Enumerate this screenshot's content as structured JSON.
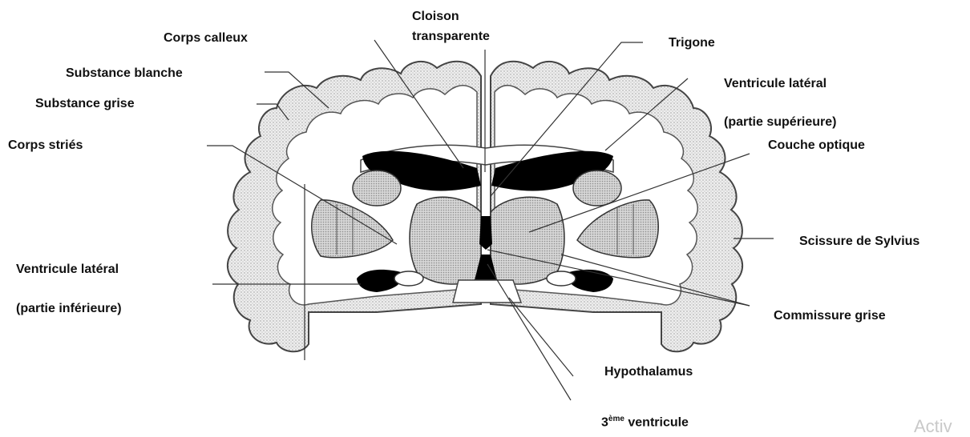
{
  "labels": {
    "cloison_line1": "Cloison",
    "cloison_line2": "transparente",
    "corps_calleux": "Corps calleux",
    "trigone": "Trigone",
    "substance_blanche": "Substance blanche",
    "substance_grise": "Substance grise",
    "ventricule_lateral_sup_line1": "Ventricule latéral",
    "ventricule_lateral_sup_line2": "(partie supérieure)",
    "corps_stries": "Corps striés",
    "couche_optique": "Couche optique",
    "scissure_sylvius": "Scissure de Sylvius",
    "ventricule_lateral_inf_line1": "Ventricule latéral",
    "ventricule_lateral_inf_line2": "(partie inférieure)",
    "commissure_grise": "Commissure grise",
    "hypothalamus": "Hypothalamus",
    "troisieme_num": "3",
    "troisieme_sup": "ème",
    "troisieme_rest": " ventricule"
  },
  "watermark": "Activ",
  "colors": {
    "ventricle_fill": "#000000",
    "tissue_fill": "#d9d9d9",
    "outline": "#444444"
  }
}
